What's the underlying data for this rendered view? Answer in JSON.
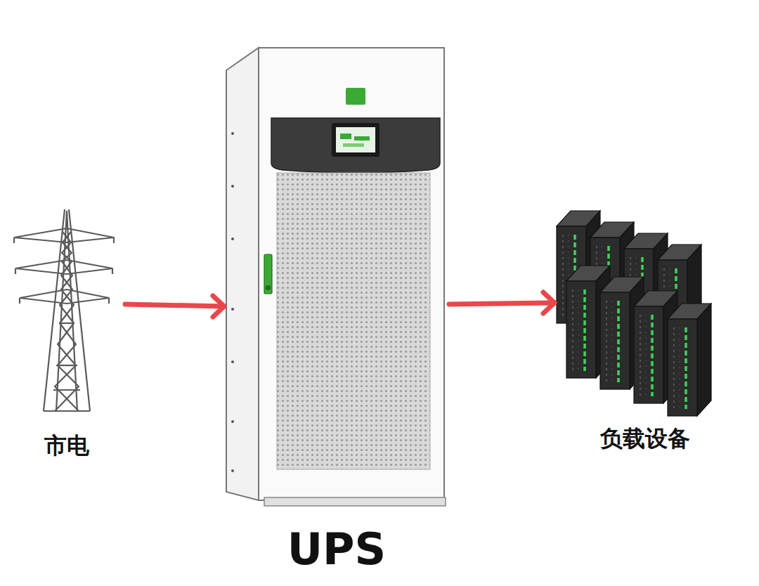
{
  "diagram": {
    "nodes": [
      {
        "text": [
          "市电"
        ]
      },
      {
        "text": [
          "UPS"
        ]
      },
      {
        "text": [
          "负载设备"
        ]
      }
    ],
    "edges": [
      {
        "from": 0,
        "to": 1,
        "arrow": "to"
      },
      {
        "from": 1,
        "to": 2,
        "arrow": "to"
      }
    ]
  }
}
